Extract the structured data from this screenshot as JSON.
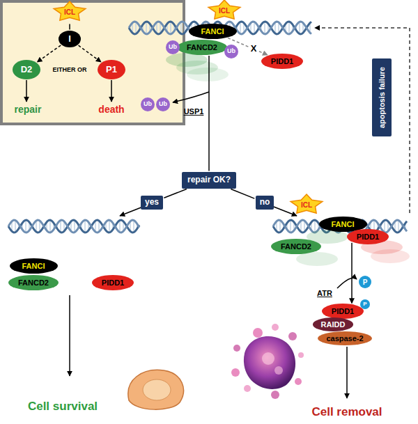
{
  "diagram": {
    "nodes": [
      {
        "text": [
          "ICL"
        ]
      },
      {
        "text": [
          "I"
        ]
      },
      {
        "text": [
          "D2"
        ]
      },
      {
        "text": [
          "P1"
        ]
      },
      {
        "text": [
          "ICL"
        ]
      },
      {
        "text": [
          "FANCI"
        ]
      },
      {
        "text": [
          "FANCD2"
        ]
      },
      {
        "text": [
          "Ub"
        ]
      },
      {
        "text": [
          "Ub"
        ]
      },
      {
        "text": [
          "PIDD1"
        ]
      },
      {
        "text": [
          "Ub"
        ]
      },
      {
        "text": [
          "Ub"
        ]
      },
      {
        "text": [
          "repair OK?"
        ]
      },
      {
        "text": [
          "yes"
        ]
      },
      {
        "text": [
          "no"
        ]
      },
      {
        "text": [
          "apoptosis failure"
        ]
      },
      {
        "text": [
          "FANCI"
        ]
      },
      {
        "text": [
          "FANCD2"
        ]
      },
      {
        "text": [
          "PIDD1"
        ]
      },
      {
        "text": [
          "ICL"
        ]
      },
      {
        "text": [
          "FANCI"
        ]
      },
      {
        "text": [
          "PIDD1"
        ]
      },
      {
        "text": [
          "FANCD2"
        ]
      },
      {
        "text": [
          "P"
        ]
      },
      {
        "text": [
          "PIDD1"
        ]
      },
      {
        "text": [
          "P"
        ]
      },
      {
        "text": [
          "RAIDD"
        ]
      },
      {
        "text": [
          "caspase-2"
        ]
      }
    ],
    "edges": [
      {
        "from": 0,
        "to": 1,
        "arrow": "none"
      },
      {
        "from": 1,
        "to": 2,
        "arrow": "to"
      },
      {
        "from": 1,
        "to": 3,
        "arrow": "to"
      },
      {
        "from": 5,
        "to": 9,
        "arrow": "to"
      },
      {
        "from": 6,
        "to": 12,
        "arrow": "none"
      },
      {
        "from": 12,
        "to": 13,
        "arrow": "none"
      },
      {
        "from": 12,
        "to": 14,
        "arrow": "none"
      },
      {
        "from": 21,
        "to": 24,
        "arrow": "to"
      }
    ],
    "labels": [
      "EITHER OR",
      "repair",
      "death",
      "X",
      "USP1",
      "ATR",
      "Cell survival",
      "Cell removal"
    ]
  }
}
